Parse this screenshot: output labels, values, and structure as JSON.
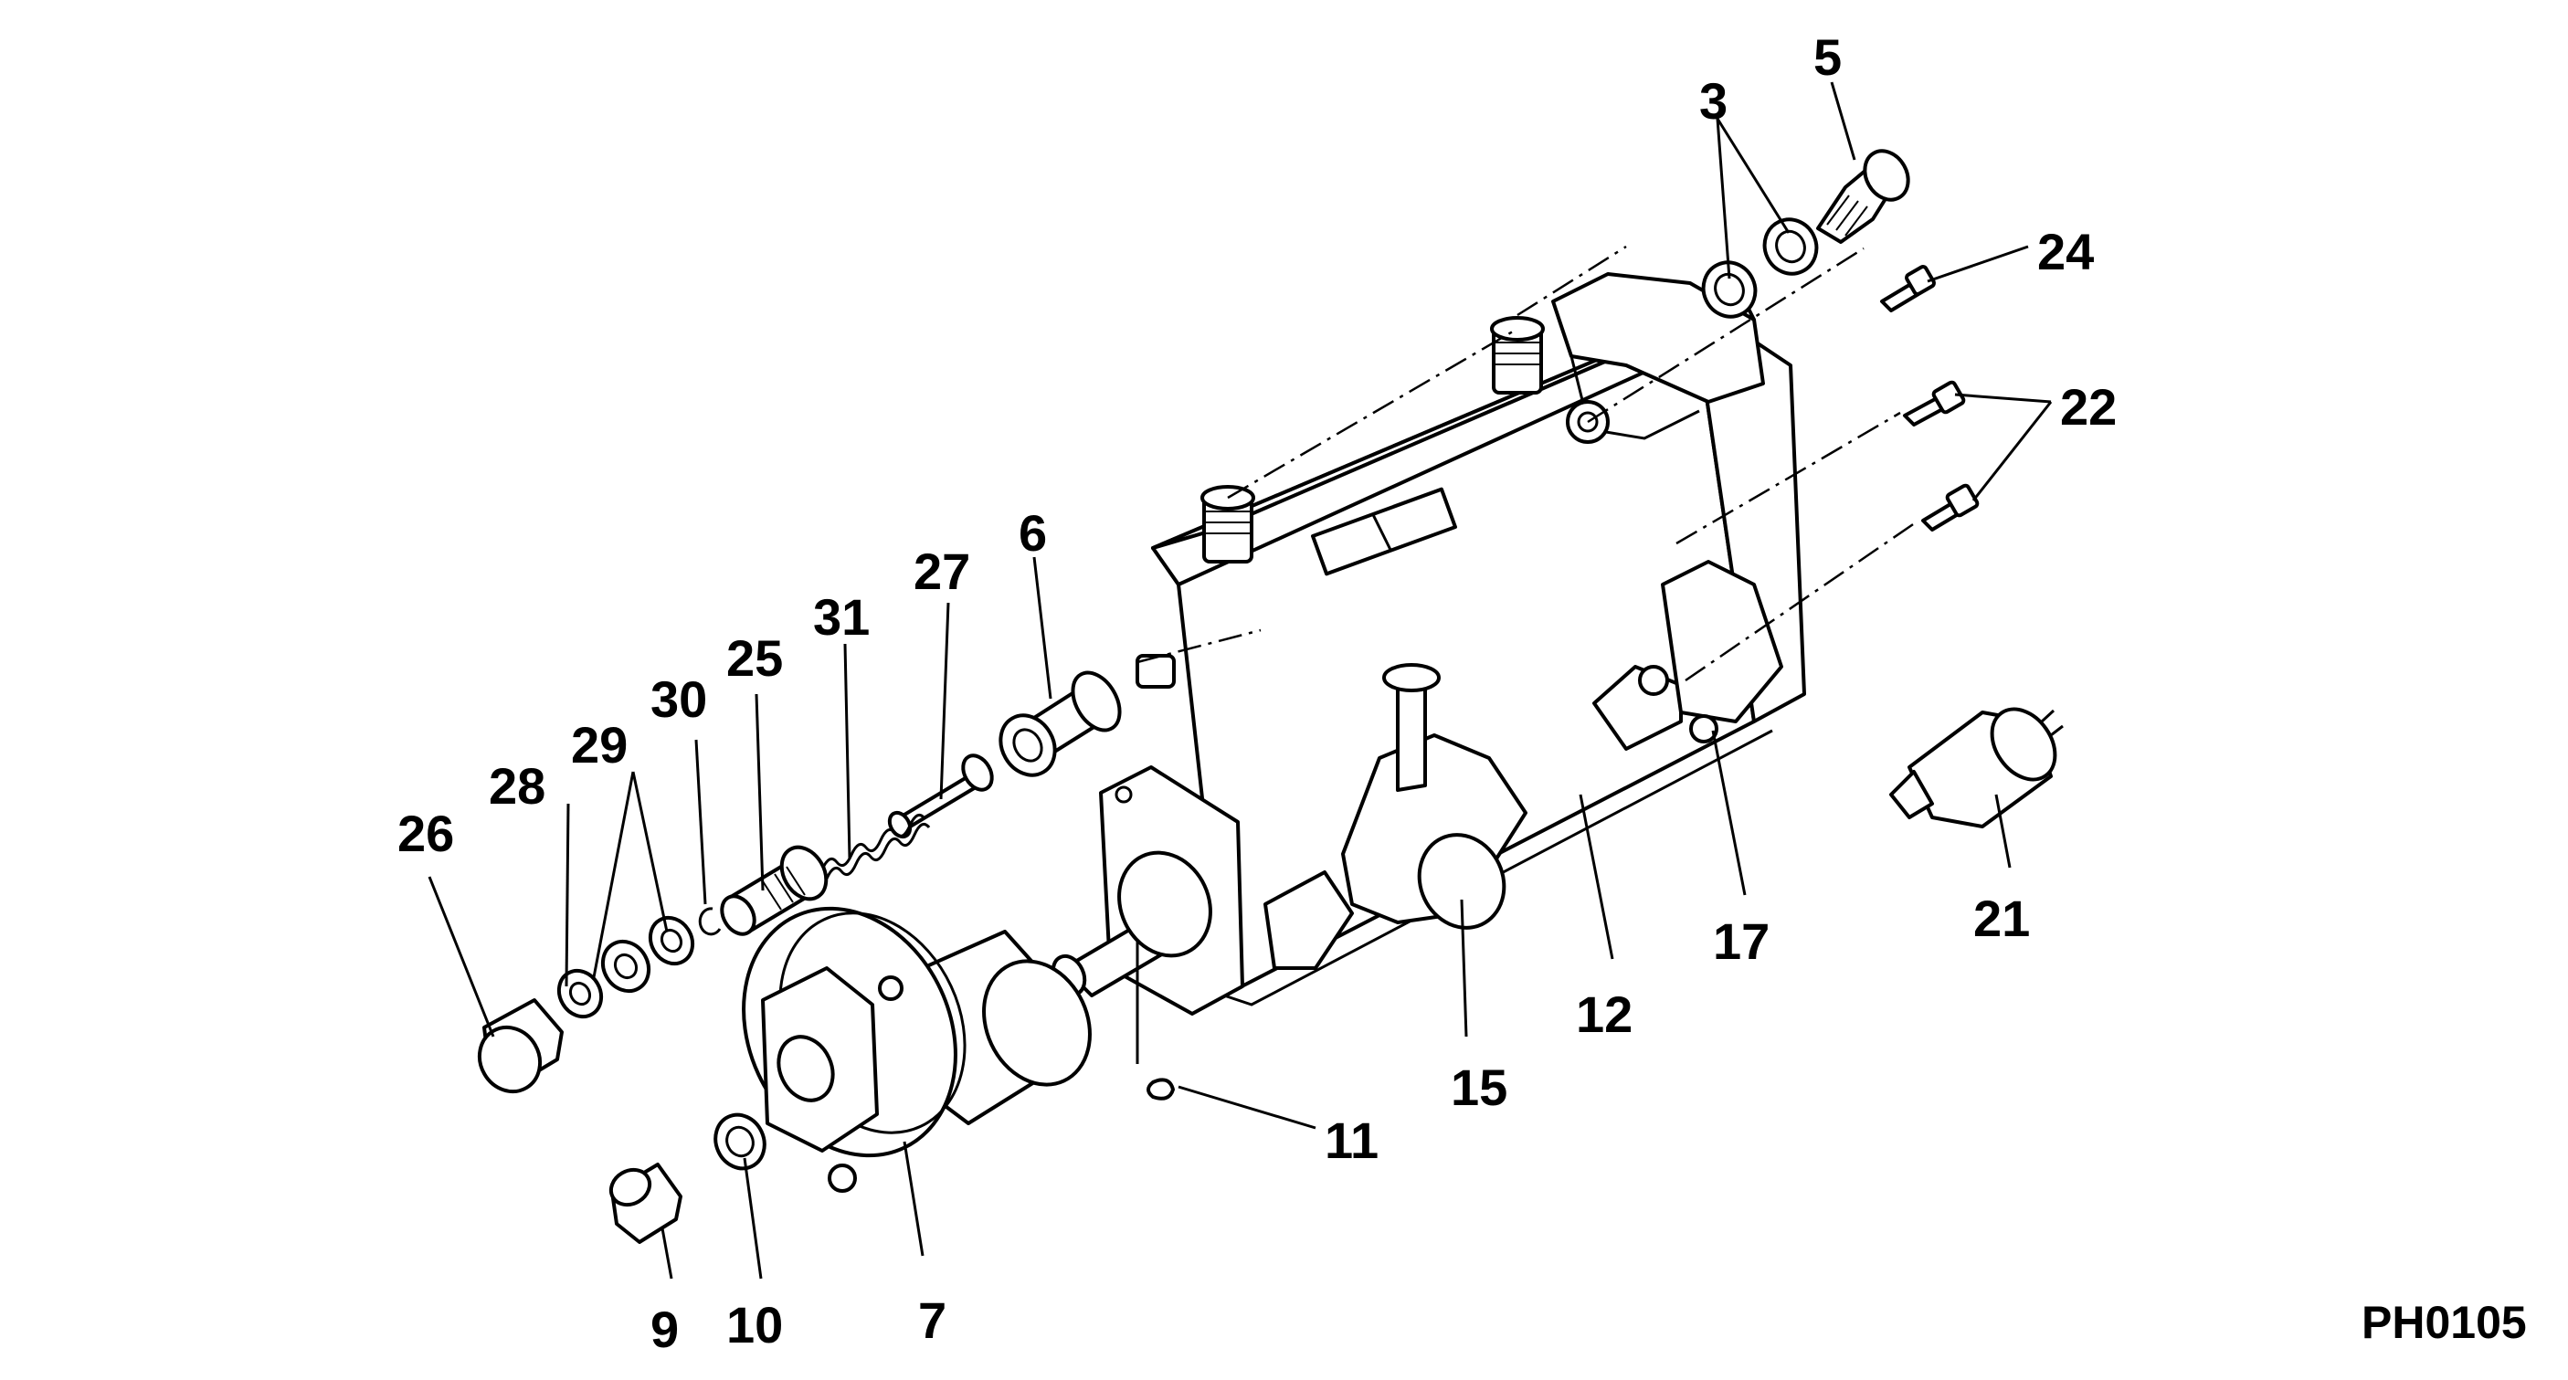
{
  "drawing_code": "PH0105",
  "callouts": {
    "c3": "3",
    "c5": "5",
    "c6": "6",
    "c7": "7",
    "c9": "9",
    "c10": "10",
    "c11": "11",
    "c12": "12",
    "c15": "15",
    "c17": "17",
    "c21": "21",
    "c22": "22",
    "c24": "24",
    "c25": "25",
    "c26": "26",
    "c27": "27",
    "c28": "28",
    "c29": "29",
    "c30": "30",
    "c31": "31"
  }
}
